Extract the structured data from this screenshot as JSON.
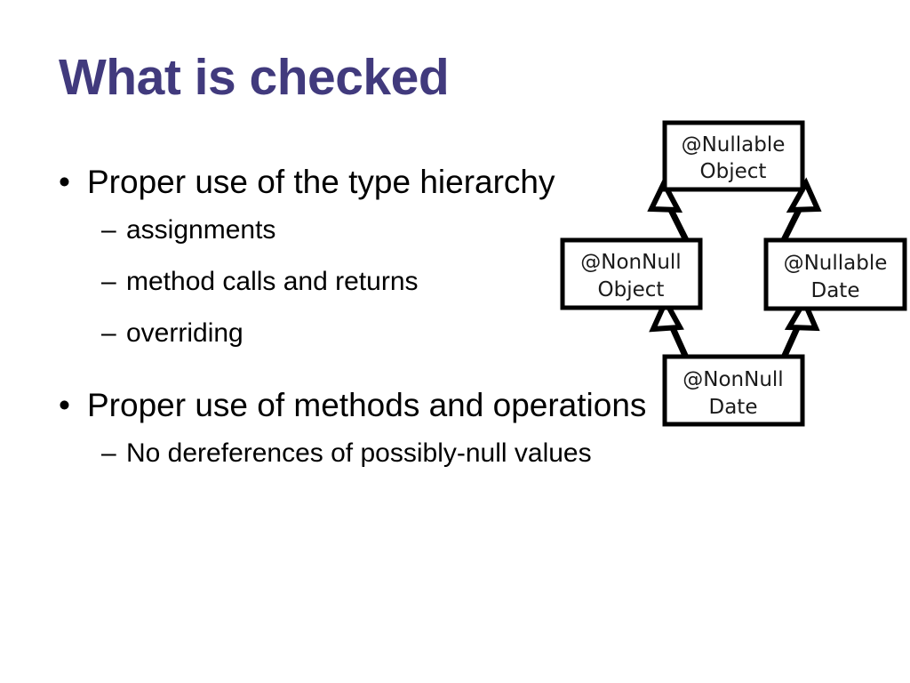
{
  "slide": {
    "title": "What is checked",
    "title_color": "#413a7d",
    "background_color": "#ffffff",
    "text_color": "#000000"
  },
  "outline": {
    "bullet_marker": "•",
    "dash_marker": "–",
    "items": [
      {
        "level": 1,
        "text": "Proper use of the type hierarchy"
      },
      {
        "level": 2,
        "text": "assignments"
      },
      {
        "level": 2,
        "text": "method calls and returns"
      },
      {
        "level": 2,
        "text": "overriding"
      },
      {
        "level": 1,
        "text": "Proper use of methods and operations"
      },
      {
        "level": 2,
        "text": "No dereferences of possibly-null values"
      }
    ]
  },
  "diagram": {
    "kind": "type-hierarchy",
    "arrow_style": "hollow-triangle-generalization",
    "line_color": "#000000",
    "box_fill": "#ffffff",
    "nodes": [
      {
        "id": "nullable-object",
        "line1": "@Nullable",
        "line2": "Object"
      },
      {
        "id": "nonnull-object",
        "line1": "@NonNull",
        "line2": "Object"
      },
      {
        "id": "nullable-date",
        "line1": "@Nullable",
        "line2": "Date"
      },
      {
        "id": "nonnull-date",
        "line1": "@NonNull",
        "line2": "Date"
      }
    ],
    "edges": [
      {
        "from": "nonnull-object",
        "to": "nullable-object"
      },
      {
        "from": "nullable-date",
        "to": "nullable-object"
      },
      {
        "from": "nonnull-date",
        "to": "nonnull-object"
      },
      {
        "from": "nonnull-date",
        "to": "nullable-date"
      }
    ]
  }
}
